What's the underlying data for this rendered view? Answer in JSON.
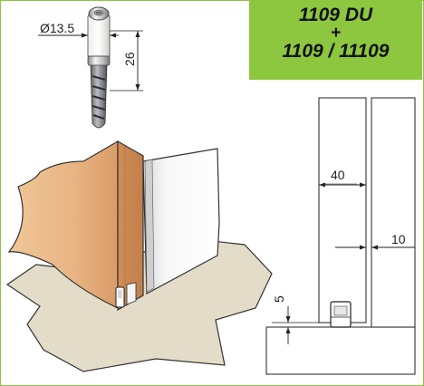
{
  "product_label": {
    "line1": "1109 DU",
    "line2": "+",
    "line3": "1109 / 11109"
  },
  "dimensions": {
    "diameter": "Ø13.5",
    "height": "26",
    "width_40": "40",
    "gap_10": "10",
    "bottom_5": "5"
  },
  "colors": {
    "accent_green": "#8dc63f",
    "wood": "#e9b98a",
    "floor": "#e3dcc8",
    "white_panel": "#f2f2f2"
  }
}
